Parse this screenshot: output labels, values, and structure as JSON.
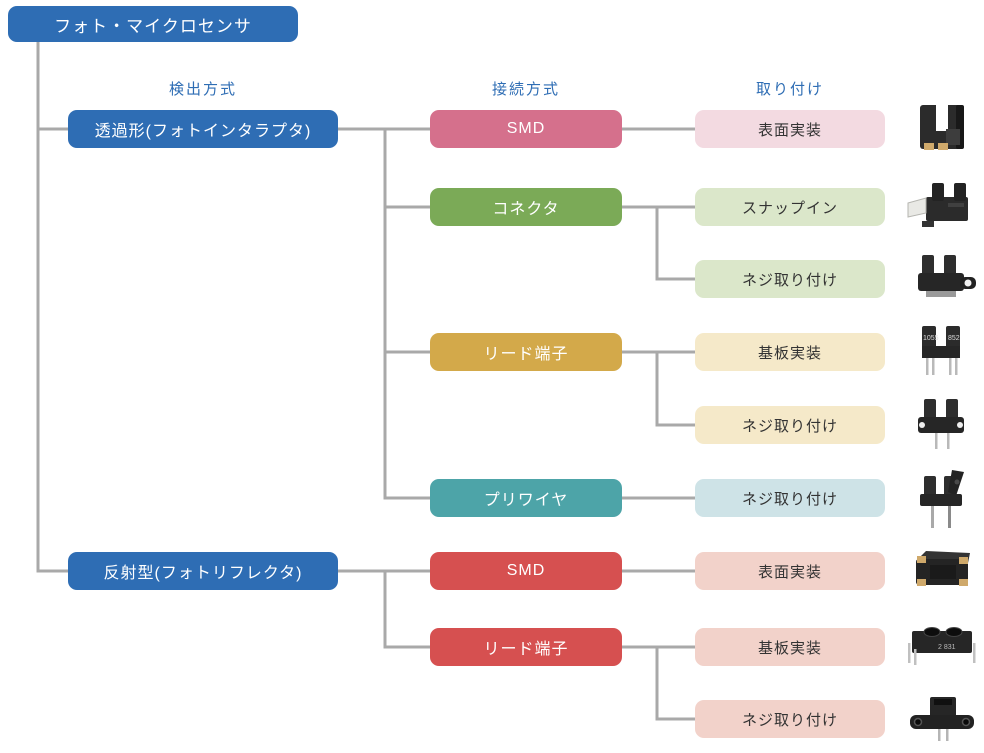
{
  "root": {
    "label": "フォト・マイクロセンサ"
  },
  "headers": {
    "detection": "検出方式",
    "connection": "接続方式",
    "mounting": "取り付け"
  },
  "colors": {
    "blue": "#2e6db4",
    "line_gray": "#a9a9a9",
    "header_text": "#2e6db4",
    "pink": "#d5708c",
    "light_pink": "#f3dae1",
    "green": "#7baa57",
    "light_green": "#dbe7ca",
    "gold": "#d3a94a",
    "cream": "#f5e9c9",
    "teal": "#4da4a8",
    "light_teal": "#cee3e7",
    "red": "#d65050",
    "light_salmon": "#f2d2ca"
  },
  "tree": {
    "branches": [
      {
        "label": "透過形(フォトインタラプタ)",
        "color": "#2e6db4",
        "children": [
          {
            "label": "SMD",
            "color": "#d5708c",
            "mounts": [
              {
                "label": "表面実装",
                "color": "#f3dae1",
                "product": "photointerrupter-smd"
              }
            ]
          },
          {
            "label": "コネクタ",
            "color": "#7baa57",
            "mounts": [
              {
                "label": "スナップイン",
                "color": "#dbe7ca",
                "product": "photointerrupter-connector-snapin"
              },
              {
                "label": "ネジ取り付け",
                "color": "#dbe7ca",
                "product": "photointerrupter-connector-screw"
              }
            ]
          },
          {
            "label": "リード端子",
            "color": "#d3a94a",
            "mounts": [
              {
                "label": "基板実装",
                "color": "#f5e9c9",
                "product": "photointerrupter-leads-board"
              },
              {
                "label": "ネジ取り付け",
                "color": "#f5e9c9",
                "product": "photointerrupter-leads-screw"
              }
            ]
          },
          {
            "label": "プリワイヤ",
            "color": "#4da4a8",
            "mounts": [
              {
                "label": "ネジ取り付け",
                "color": "#cee3e7",
                "product": "photointerrupter-prewired-screw"
              }
            ]
          }
        ]
      },
      {
        "label": "反射型(フォトリフレクタ)",
        "color": "#2e6db4",
        "children": [
          {
            "label": "SMD",
            "color": "#d65050",
            "mounts": [
              {
                "label": "表面実装",
                "color": "#f2d2ca",
                "product": "photoreflector-smd"
              }
            ]
          },
          {
            "label": "リード端子",
            "color": "#d65050",
            "mounts": [
              {
                "label": "基板実装",
                "color": "#f2d2ca",
                "product": "photoreflector-leads-board"
              },
              {
                "label": "ネジ取り付け",
                "color": "#f2d2ca",
                "product": "photoreflector-leads-screw"
              }
            ]
          }
        ]
      }
    ]
  },
  "products": {
    "leads_marking_a": "1055",
    "leads_marking_b": "852",
    "reflector_marking": "2 831"
  }
}
